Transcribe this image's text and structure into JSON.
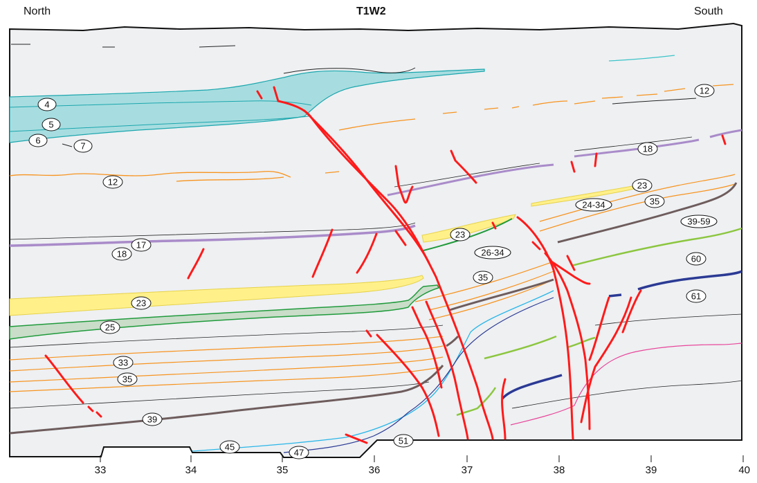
{
  "header": {
    "left": "North",
    "title": "T1W2",
    "right": "South"
  },
  "axis": {
    "ticks": [
      "33",
      "34",
      "35",
      "36",
      "37",
      "38",
      "39",
      "40"
    ]
  },
  "labels": [
    "4",
    "5",
    "6",
    "7",
    "12",
    "12",
    "18",
    "17",
    "18",
    "23",
    "23",
    "23",
    "24-34",
    "35",
    "39-59",
    "26-34",
    "35",
    "60",
    "61",
    "25",
    "33",
    "35",
    "39",
    "45",
    "47",
    "51"
  ],
  "colors": {
    "background": "#eef0f2",
    "fault": "#ff1a1a",
    "cyan_fill": "#a7dde0",
    "cyan_line": "#1aa6ad",
    "orange": "#f7931e",
    "purple": "#a98bc9",
    "yellow_fill": "#fff08a",
    "green_dark": "#1f9a3a",
    "green_light": "#8cc63f",
    "brown": "#6e5c5c",
    "blue_cyan": "#29b6e8",
    "navy": "#2b3a94",
    "pink": "#e8469a",
    "black": "#222222"
  }
}
